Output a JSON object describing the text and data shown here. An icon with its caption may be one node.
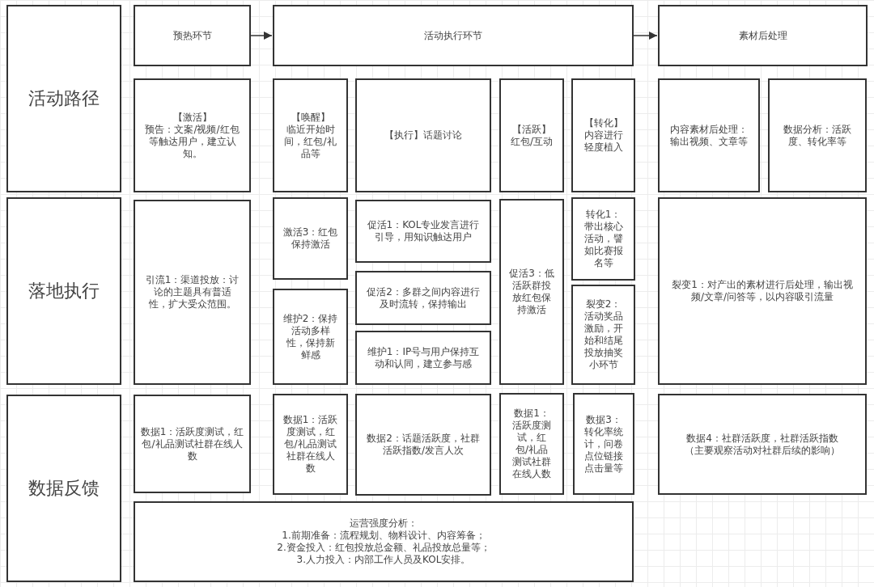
{
  "diagram": {
    "nodes": [
      {
        "text": [
          "活动路径"
        ]
      },
      {
        "text": [
          "预热环节"
        ]
      },
      {
        "text": [
          "活动执行环节"
        ]
      },
      {
        "text": [
          "素材后处理"
        ]
      },
      {
        "text": [
          "【激活】",
          "预告：文案/视频/红包等触达用户，建立认知。"
        ]
      },
      {
        "text": [
          "【唤醒】",
          "临近开始时间，红包/礼品等"
        ]
      },
      {
        "text": [
          "【执行】话题讨论"
        ]
      },
      {
        "text": [
          "【活跃】",
          "红包/互动"
        ]
      },
      {
        "text": [
          "【转化】",
          "内容进行轻度植入"
        ]
      },
      {
        "text": [
          "内容素材后处理：输出视频、文章等"
        ]
      },
      {
        "text": [
          "数据分析：活跃度、转化率等"
        ]
      },
      {
        "text": [
          "落地执行"
        ]
      },
      {
        "text": [
          "引流1：渠道投放：讨论的主题具有普适性，扩大受众范围。"
        ]
      },
      {
        "text": [
          "激活3：红包保持激活"
        ]
      },
      {
        "text": [
          "维护2：保持活动多样性，保持新鲜感"
        ]
      },
      {
        "text": [
          "促活1：KOL专业发言进行引导，用知识触达用户"
        ]
      },
      {
        "text": [
          "促活2：多群之间内容进行及时流转，保持输出"
        ]
      },
      {
        "text": [
          "维护1：IP号与用户保持互动和认同，建立参与感"
        ]
      },
      {
        "text": [
          "促活3：低活跃群投放红包保持激活"
        ]
      },
      {
        "text": [
          "转化1：带出核心活动，譬如比赛报名等"
        ]
      },
      {
        "text": [
          "裂变2：活动奖品激励，开始和结尾投放抽奖小环节"
        ]
      },
      {
        "text": [
          "裂变1：对产出的素材进行后处理，输出视频/文章/问答等，以内容吸引流量"
        ]
      },
      {
        "text": [
          "数据反馈"
        ]
      },
      {
        "text": [
          "数据1：活跃度测试，红包/礼品测试社群在线人数"
        ]
      },
      {
        "text": [
          "数据1：活跃度测试，红包/礼品测试社群在线人数"
        ]
      },
      {
        "text": [
          "数据2：话题活跃度，社群活跃指数/发言人次"
        ]
      },
      {
        "text": [
          "数据1：活跃度测试，红包/礼品测试社群在线人数"
        ]
      },
      {
        "text": [
          "数据3：转化率统计，问卷点位链接点击量等"
        ]
      },
      {
        "text": [
          "数据4：社群活跃度，社群活跃指数",
          "（主要观察活动对社群后续的影响）"
        ]
      },
      {
        "text": [
          "运营强度分析：",
          "1.前期准备：流程规划、物料设计、内容筹备；",
          "2.资金投入：红包投放总金额、礼品投放总量等；",
          "3.人力投入：内部工作人员及KOL安排。"
        ]
      }
    ],
    "edges": [
      {
        "from": 1,
        "to": 2,
        "arrow": "to"
      },
      {
        "from": 2,
        "to": 3,
        "arrow": "to"
      }
    ]
  }
}
